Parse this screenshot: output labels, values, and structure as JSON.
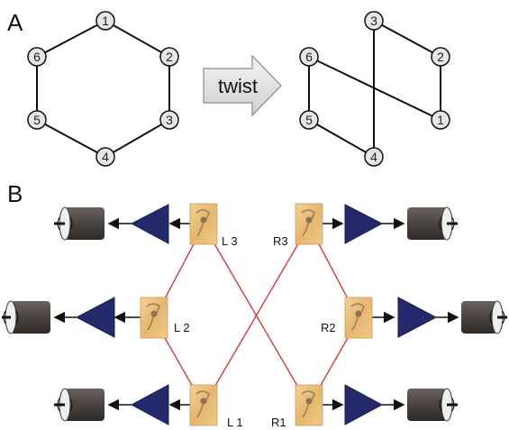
{
  "panels": {
    "a_label": "A",
    "b_label": "B"
  },
  "graph_left": {
    "nodes": [
      "1",
      "2",
      "3",
      "4",
      "5",
      "6"
    ]
  },
  "graph_right": {
    "nodes": [
      "1",
      "2",
      "3",
      "4",
      "5",
      "6"
    ]
  },
  "arrow": {
    "label": "twist"
  },
  "circuit": {
    "labels": {
      "L1": "L 1",
      "L2": "L 2",
      "L3": "L 3",
      "R1": "R1",
      "R2": "R2",
      "R3": "R3"
    }
  },
  "colors": {
    "link": "#d43a3a",
    "triangle": "#232a6b",
    "cylinder": "#4d4744",
    "edge": "#111111"
  },
  "icons": {
    "amplifier": "amplifier-triangle-icon",
    "motor": "motor-cylinder-icon",
    "neuron": "neuron-cell-icon"
  }
}
